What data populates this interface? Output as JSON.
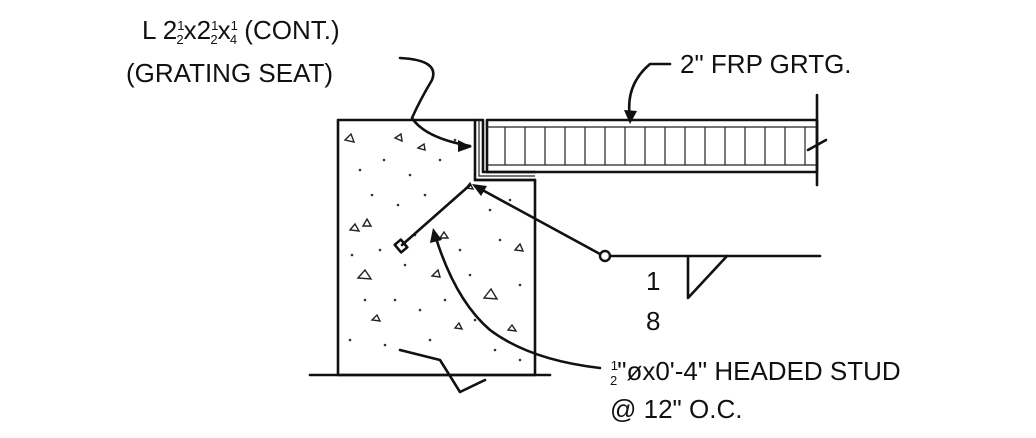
{
  "notes": {
    "angle": {
      "prefix": "L 2",
      "frac_num": "1",
      "frac_den": "2",
      "mid": "x2",
      "frac2_num": "1",
      "frac2_den": "2",
      "mid2": "x",
      "frac3_num": "1",
      "frac3_den": "4",
      "suffix": " (CONT.)",
      "line2": "(GRATING SEAT)"
    },
    "grating": {
      "text": "2\" FRP GRTG."
    },
    "weld": {
      "top": "1",
      "bottom": "8"
    },
    "stud": {
      "frac_num": "1",
      "frac_den": "2",
      "text": "\"øx0'-4\" HEADED STUD",
      "line2": "@ 12\" O.C."
    }
  }
}
